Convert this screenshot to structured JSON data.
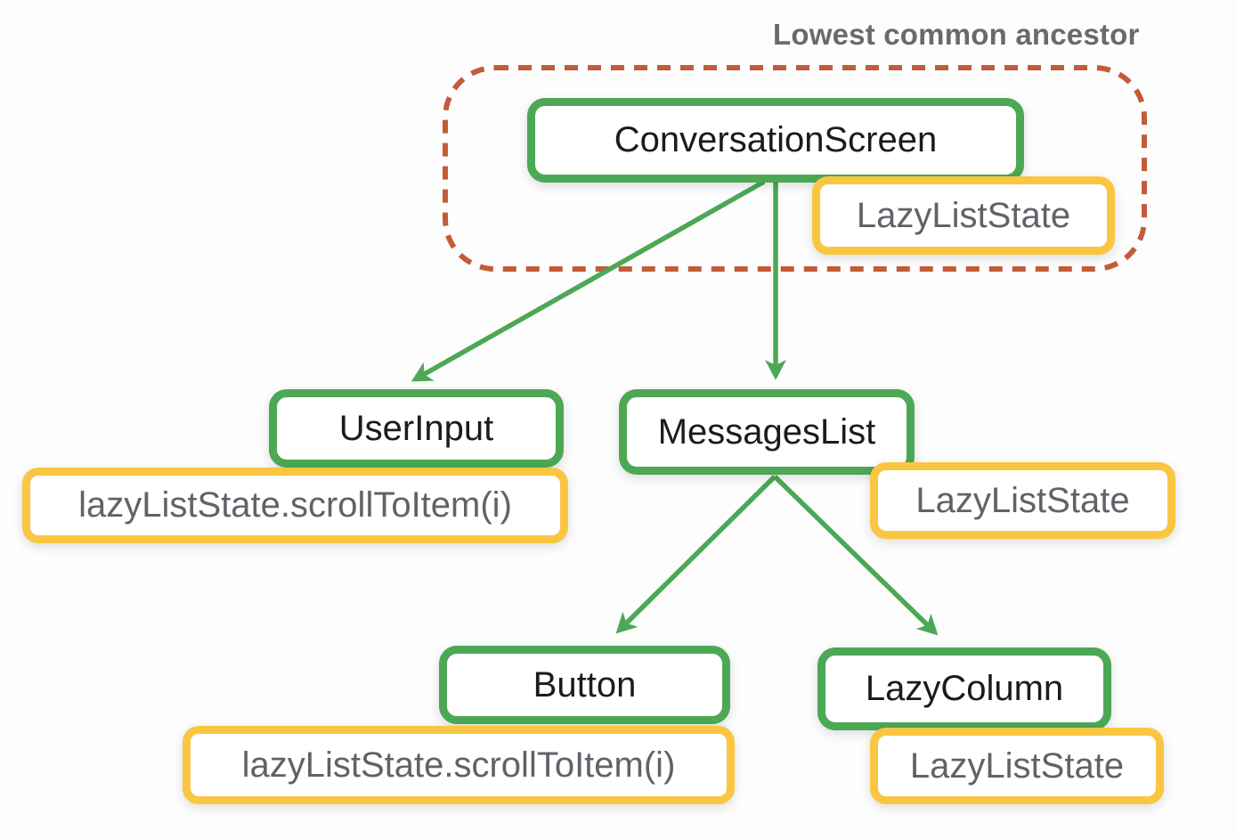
{
  "diagram": {
    "annotation": "Lowest common ancestor",
    "nodes": {
      "conversation_screen": {
        "label": "ConversationScreen",
        "kind": "composable"
      },
      "lazy_list_state_top": {
        "label": "LazyListState",
        "kind": "state"
      },
      "user_input": {
        "label": "UserInput",
        "kind": "composable"
      },
      "scroll_to_item_left": {
        "label": "lazyListState.scrollToItem(i)",
        "kind": "state-call"
      },
      "messages_list": {
        "label": "MessagesList",
        "kind": "composable"
      },
      "lazy_list_state_mid": {
        "label": "LazyListState",
        "kind": "state"
      },
      "button": {
        "label": "Button",
        "kind": "composable"
      },
      "scroll_to_item_bottom": {
        "label": "lazyListState.scrollToItem(i)",
        "kind": "state-call"
      },
      "lazy_column": {
        "label": "LazyColumn",
        "kind": "composable"
      },
      "lazy_list_state_bottom": {
        "label": "LazyListState",
        "kind": "state"
      }
    },
    "edges": [
      {
        "from": "ConversationScreen",
        "to": "UserInput"
      },
      {
        "from": "ConversationScreen",
        "to": "MessagesList"
      },
      {
        "from": "MessagesList",
        "to": "Button"
      },
      {
        "from": "MessagesList",
        "to": "LazyColumn"
      }
    ],
    "lca_group": [
      "ConversationScreen",
      "LazyListState"
    ]
  },
  "colors": {
    "node_border_green": "#4CA854",
    "state_border_yellow": "#FAC642",
    "boundary_dash_orange": "#C25C38",
    "component_text": "#1b1b1b",
    "state_text": "#5f6368",
    "annotation_text": "#6a6a6a",
    "background": "#fdfdfd"
  }
}
